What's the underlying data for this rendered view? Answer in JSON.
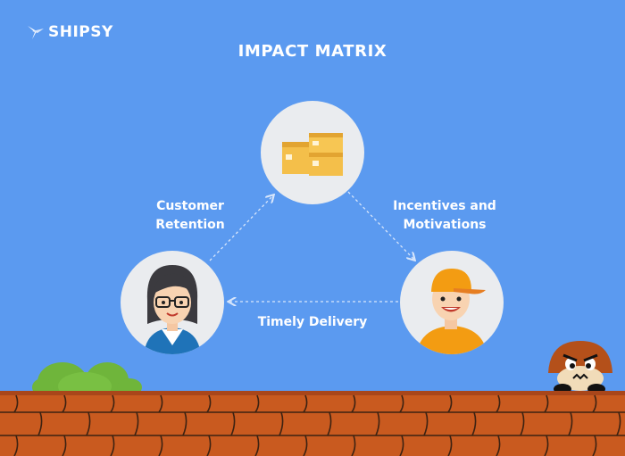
{
  "brand": {
    "name": "SHIPSY"
  },
  "title": "IMPACT MATRIX",
  "nodes": {
    "top": {
      "icon": "boxes-icon"
    },
    "left": {
      "icon": "customer-avatar-icon"
    },
    "right": {
      "icon": "delivery-person-avatar-icon"
    }
  },
  "edges": {
    "left_to_top": {
      "label_line1": "Customer",
      "label_line2": "Retention"
    },
    "top_to_right": {
      "label_line1": "Incentives and",
      "label_line2": "Motivations"
    },
    "right_to_left": {
      "label": "Timely Delivery"
    }
  },
  "colors": {
    "background": "#5b9af0",
    "node_fill": "#eaecef",
    "brick": "#c95a1f",
    "bush": "#6fb53b",
    "arrow": "#d8e6fb"
  }
}
